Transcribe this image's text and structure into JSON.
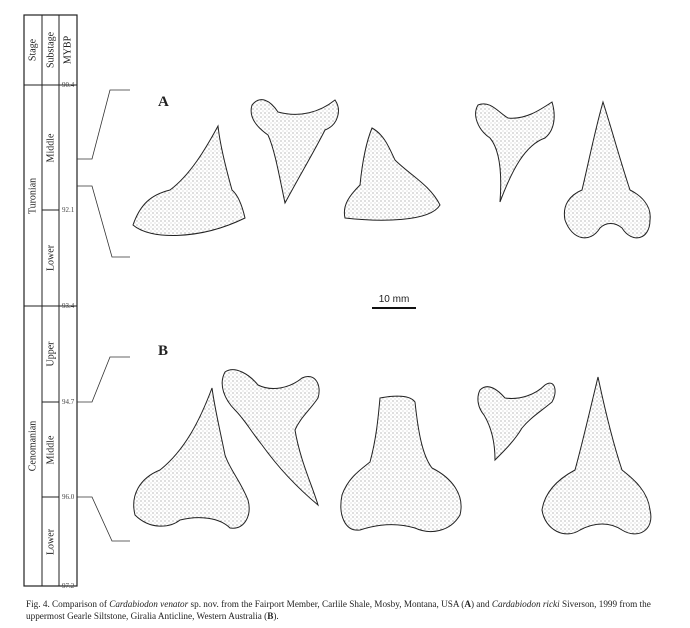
{
  "column": {
    "headers": {
      "stage": "Stage",
      "substage": "Substage",
      "mybp": "MYBP"
    },
    "stages": [
      "Turonian",
      "Cenomanian"
    ],
    "substages": [
      "Middle",
      "Lower",
      "Upper",
      "Middle",
      "Lower"
    ],
    "ages": [
      "90.4",
      "92.1",
      "93.4",
      "94.7",
      "96.0",
      "97.2"
    ]
  },
  "panels": {
    "a": "A",
    "b": "B"
  },
  "scale_bar": "10 mm",
  "caption": {
    "prefix": "Fig. 4. Comparison of ",
    "species1": "Cardabiodon venator",
    "mid1": " sp. nov. from the Fairport Member, Carlile Shale, Mosby, Montana, USA (",
    "a": "A",
    "mid2": ") and ",
    "species2": "Cardabiodon ricki",
    "mid3": " Siverson, 1999 from the uppermost Gearle Siltstone, Giralia Anticline, Western Australia (",
    "b": "B",
    "end": ")."
  }
}
